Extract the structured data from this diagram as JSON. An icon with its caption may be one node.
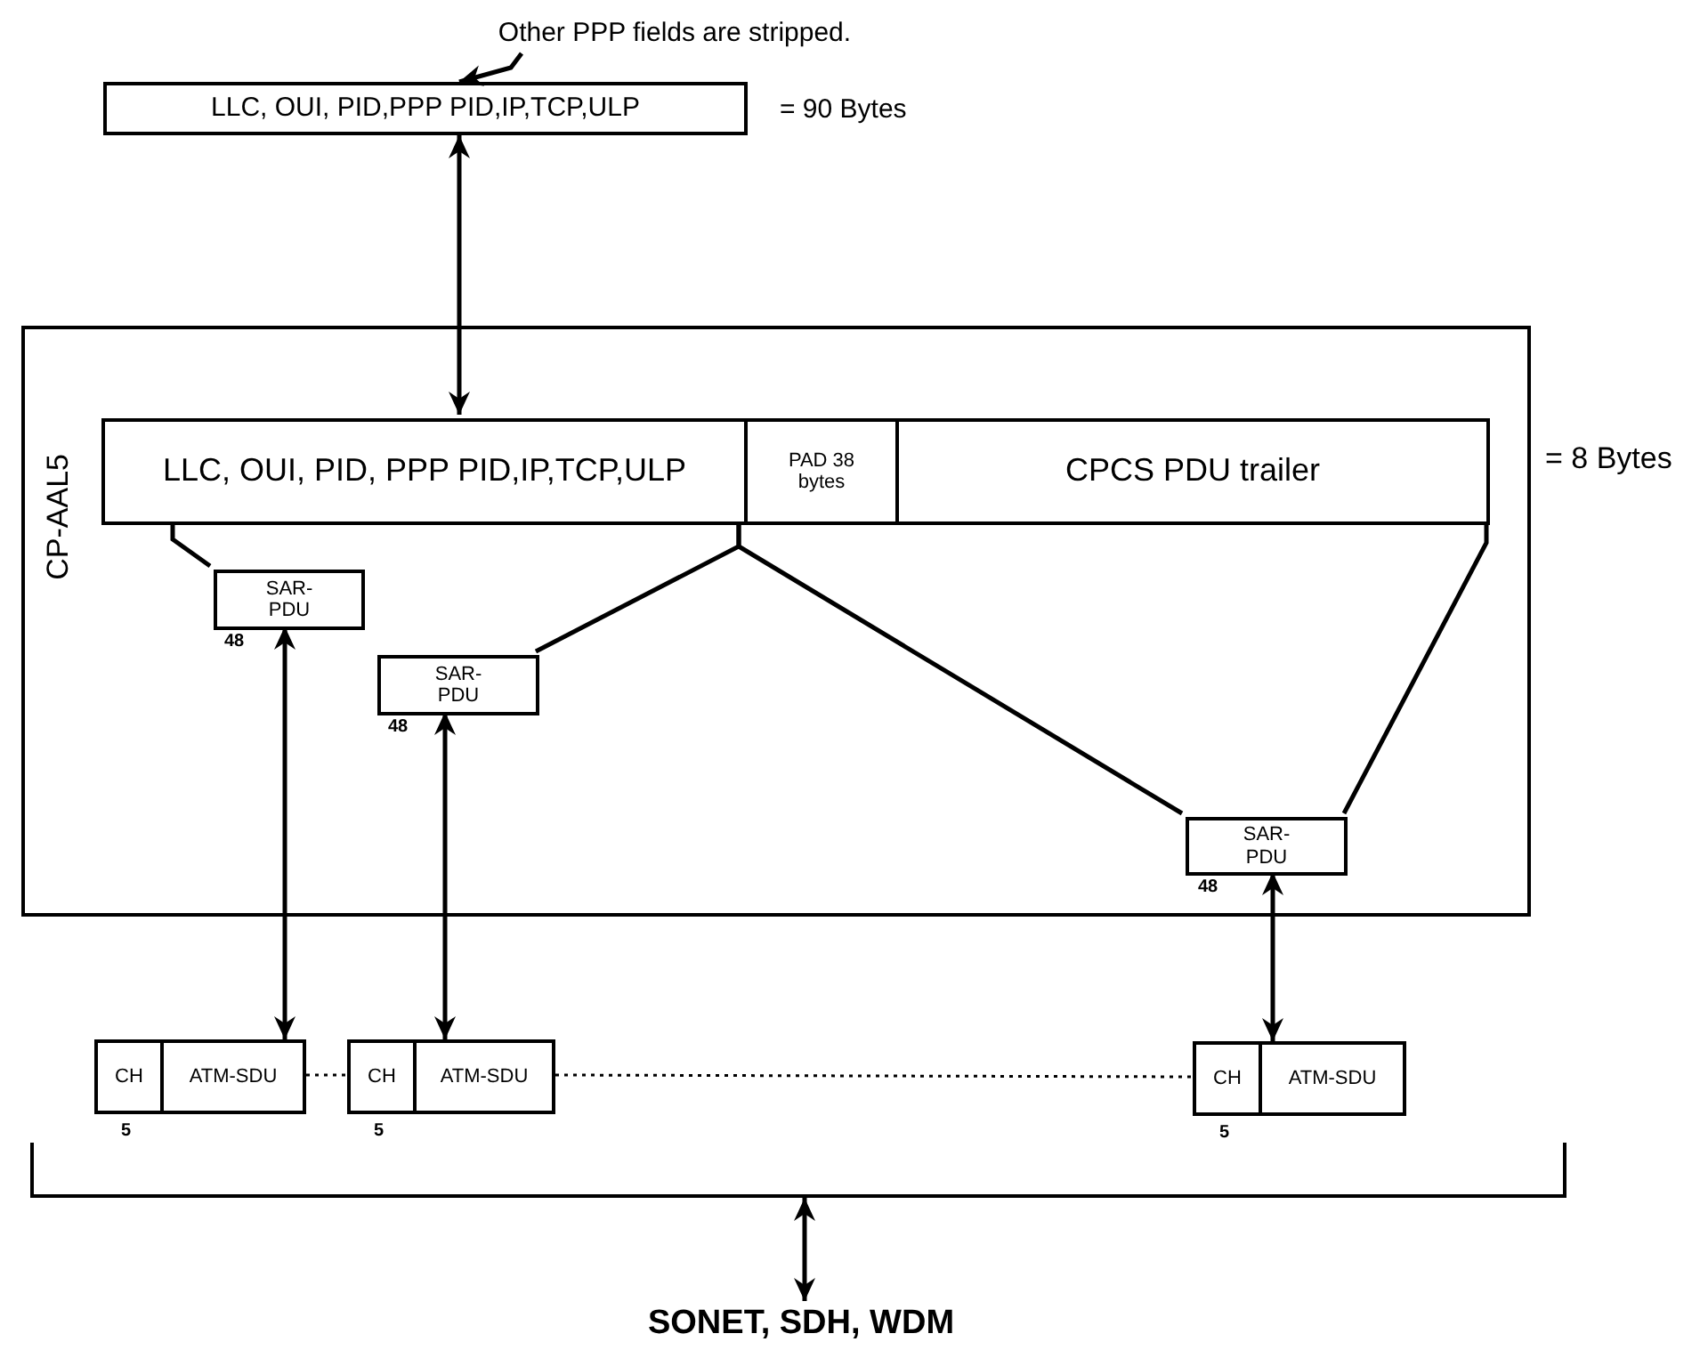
{
  "diagram": {
    "nodes": [
      {
        "text": [
          "Other PPP fields are stripped."
        ]
      },
      {
        "text": [
          "LLC, OUI, PID,PPP PID,IP,TCP,ULP"
        ],
        "beside": [
          "= 90 Bytes"
        ]
      },
      {
        "text": [
          "CP-AAL5"
        ]
      },
      {
        "text": [
          "LLC, OUI, PID, PPP PID,IP,TCP,ULP"
        ],
        "in": 2
      },
      {
        "text": [
          "PAD 38 bytes"
        ],
        "in": 2
      },
      {
        "text": [
          "CPCS PDU trailer"
        ],
        "in": 2,
        "beside": [
          "= 8 Bytes"
        ]
      },
      {
        "text": [
          "SAR-PDU"
        ],
        "in": 2,
        "beside": [
          "48"
        ]
      },
      {
        "text": [
          "SAR-PDU"
        ],
        "in": 2,
        "beside": [
          "48"
        ]
      },
      {
        "text": [
          "SAR-PDU"
        ],
        "in": 2,
        "beside": [
          "48"
        ]
      },
      {
        "text": [
          "CH"
        ],
        "beside": [
          "5"
        ]
      },
      {
        "text": [
          "ATM-SDU"
        ]
      },
      {
        "text": [
          "CH"
        ],
        "beside": [
          "5"
        ]
      },
      {
        "text": [
          "ATM-SDU"
        ]
      },
      {
        "text": [
          "CH"
        ],
        "beside": [
          "5"
        ]
      },
      {
        "text": [
          "ATM-SDU"
        ]
      },
      {
        "text": [],
        "shape": "bracket"
      },
      {
        "text": [
          "SONET, SDH, WDM"
        ]
      }
    ],
    "edges": [
      {
        "from": 0,
        "to": 1,
        "arrow": "to"
      },
      {
        "from": 1,
        "to": 3,
        "arrow": "both"
      },
      {
        "from": 3,
        "to": 6,
        "arrow": "none"
      },
      {
        "from": 3,
        "to": 7,
        "arrow": "none"
      },
      {
        "from": 3,
        "to": 8,
        "arrow": "none"
      },
      {
        "from": 5,
        "to": 8,
        "arrow": "none"
      },
      {
        "from": 6,
        "to": 10,
        "arrow": "both"
      },
      {
        "from": 7,
        "to": 12,
        "arrow": "both"
      },
      {
        "from": 8,
        "to": 14,
        "arrow": "both"
      },
      {
        "from": 10,
        "to": 11,
        "arrow": "none",
        "style": "dashed"
      },
      {
        "from": 12,
        "to": 13,
        "arrow": "none",
        "style": "dashed"
      },
      {
        "from": 15,
        "to": 16,
        "arrow": "both"
      }
    ]
  }
}
